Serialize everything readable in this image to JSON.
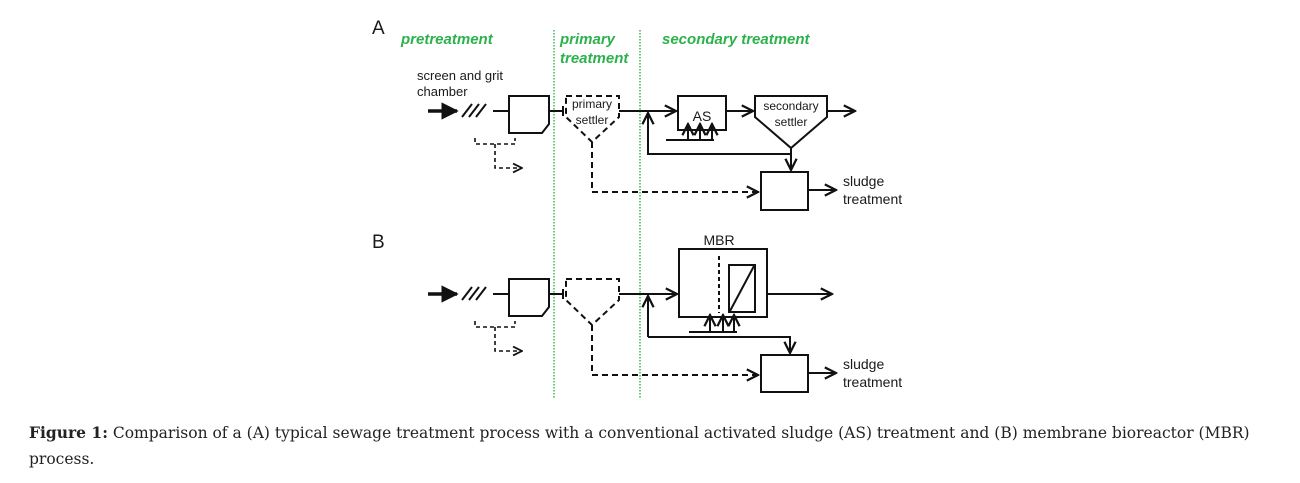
{
  "figure": {
    "panels": {
      "a": {
        "label": "A"
      },
      "b": {
        "label": "B"
      }
    },
    "stages": {
      "pretreatment": "pretreatment",
      "primary_line1": "primary",
      "primary_line2": "treatment",
      "secondary": "secondary treatment"
    },
    "labels": {
      "screen_line1": "screen and grit",
      "screen_line2": "chamber",
      "primary_settler_line1": "primary",
      "primary_settler_line2": "settler",
      "as": "AS",
      "secondary_settler_line1": "secondary",
      "secondary_settler_line2": "settler",
      "sludge_line1": "sludge",
      "sludge_line2": "treatment",
      "mbr": "MBR"
    },
    "colors": {
      "stage_text": "#2bb24c",
      "divider": "#2bb24c",
      "lines": "#111111"
    }
  },
  "caption": {
    "prefix": "Figure 1:",
    "text": " Comparison of a (A) typical sewage treatment process with a conventional activated sludge (AS) treatment and (B) membrane bioreactor (MBR) process."
  }
}
